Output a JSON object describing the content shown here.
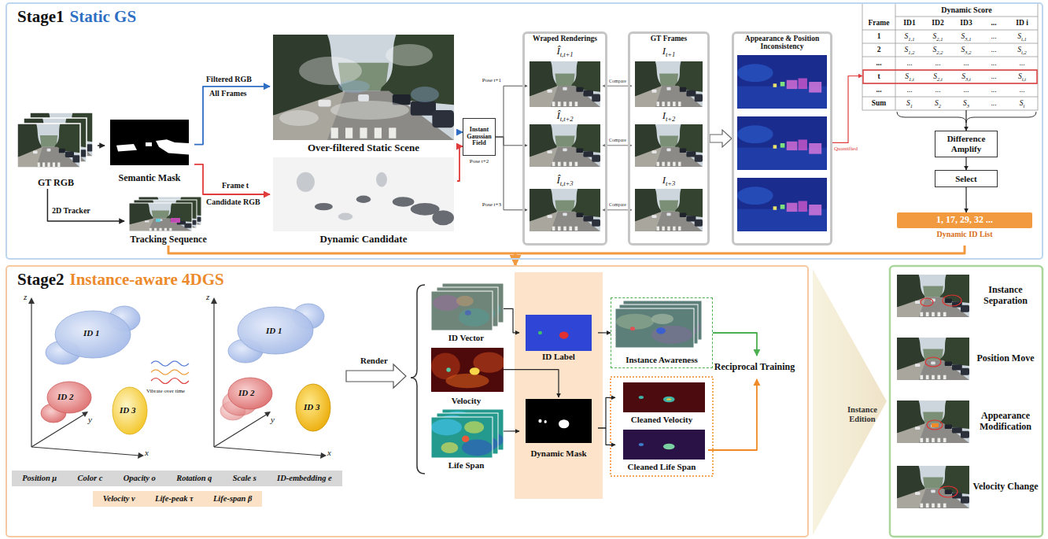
{
  "diagram": {
    "nodes": [
      {
        "text": [
          "Stage1",
          "Static GS"
        ]
      },
      {
        "text": [
          "GT RGB"
        ],
        "in": 0
      },
      {
        "text": [
          "Semantic Mask"
        ],
        "in": 0
      },
      {
        "text": [
          "Tracking Sequence"
        ],
        "in": 0
      },
      {
        "text": [
          "Over-filtered Static Scene"
        ],
        "in": 0
      },
      {
        "text": [
          "Dynamic Candidate"
        ],
        "in": 0
      },
      {
        "text": [
          "Instant Gaussian Field"
        ],
        "in": 0
      },
      {
        "text": [
          "Wraped Renderings"
        ],
        "in": 0
      },
      {
        "text": [
          "Î",
          "t,t+1"
        ],
        "in": 7
      },
      {
        "text": [
          "Î",
          "t,t+2"
        ],
        "in": 7
      },
      {
        "text": [
          "Î",
          "t,t+3"
        ],
        "in": 7
      },
      {
        "text": [
          "GT Frames"
        ],
        "in": 0
      },
      {
        "text": [
          "I",
          "t+1"
        ],
        "in": 11
      },
      {
        "text": [
          "I",
          "t+2"
        ],
        "in": 11
      },
      {
        "text": [
          "I",
          "t+3"
        ],
        "in": 11
      },
      {
        "text": [
          "Appearance & Position Inconsistency"
        ],
        "in": 0
      },
      {
        "text": [
          "Dynamic Score"
        ],
        "in": 0
      },
      {
        "text": [
          "Difference Amplify"
        ],
        "in": 0
      },
      {
        "text": [
          "Select"
        ],
        "in": 0
      },
      {
        "text": [
          "1, 17, 29, 32 ...",
          "Dynamic ID List"
        ],
        "in": 0
      },
      {
        "text": [
          "Stage2",
          "Instance-aware 4DGS"
        ]
      },
      {
        "text": [
          "Position μ",
          "Color c",
          "Opacity o",
          "Rotation q",
          "Scale s",
          "ID-embedding e"
        ],
        "in": 20
      },
      {
        "text": [
          "Velocity v",
          "Life-peak τ",
          "Life-span β"
        ],
        "in": 20
      },
      {
        "text": [
          "ID Vector"
        ],
        "in": 20
      },
      {
        "text": [
          "Velocity"
        ],
        "in": 20
      },
      {
        "text": [
          "Life Span"
        ],
        "in": 20
      },
      {
        "text": [
          "ID Label"
        ],
        "in": 20
      },
      {
        "text": [
          "Dynamic Mask"
        ],
        "in": 20
      },
      {
        "text": [
          "Instance Awareness"
        ],
        "in": 20
      },
      {
        "text": [
          "Cleaned Velocity"
        ],
        "in": 20
      },
      {
        "text": [
          "Cleaned Life Span"
        ],
        "in": 20
      },
      {
        "text": [
          "Reciprocal Training"
        ],
        "in": 20
      },
      {
        "text": [
          "Instance Edition"
        ]
      },
      {
        "text": [
          "Instance Separation"
        ]
      },
      {
        "text": [
          "Position Move"
        ]
      },
      {
        "text": [
          "Appearance Modification"
        ]
      },
      {
        "text": [
          "Velocity Change"
        ]
      }
    ],
    "edges": [
      {
        "from": 1,
        "to": 2,
        "arrow": "to"
      },
      {
        "from": 1,
        "to": 3,
        "label": "2D Tracker",
        "arrow": "to"
      },
      {
        "from": 2,
        "to": 4,
        "label": "Filtered RGB",
        "arrow": "to"
      },
      {
        "from": 2,
        "to": 5,
        "label": "Candidate RGB",
        "arrow": "to"
      },
      {
        "from": 4,
        "to": 6,
        "arrow": "to"
      },
      {
        "from": 5,
        "to": 6,
        "arrow": "to"
      },
      {
        "from": 6,
        "to": 8,
        "label": "Pose t+1",
        "arrow": "to"
      },
      {
        "from": 6,
        "to": 9,
        "label": "Pose t+2",
        "arrow": "to"
      },
      {
        "from": 6,
        "to": 10,
        "label": "Pose t+3",
        "arrow": "to"
      },
      {
        "from": 8,
        "to": 12,
        "label": "Compare",
        "arrow": "both"
      },
      {
        "from": 9,
        "to": 13,
        "label": "Compare",
        "arrow": "both"
      },
      {
        "from": 10,
        "to": 14,
        "label": "Compare",
        "arrow": "both"
      },
      {
        "from": 11,
        "to": 15,
        "arrow": "to"
      },
      {
        "from": 15,
        "to": 16,
        "label": "Quantified",
        "arrow": "to"
      },
      {
        "from": 16,
        "to": 17,
        "arrow": "to"
      },
      {
        "from": 17,
        "to": 18,
        "arrow": "to"
      },
      {
        "from": 18,
        "to": 19,
        "arrow": "to"
      },
      {
        "from": 3,
        "to": 20,
        "arrow": "to"
      },
      {
        "from": 19,
        "to": 20,
        "arrow": "to"
      },
      {
        "from": 23,
        "to": 26,
        "arrow": "to"
      },
      {
        "from": 24,
        "to": 27,
        "arrow": "to"
      },
      {
        "from": 25,
        "to": 27,
        "arrow": "to"
      },
      {
        "from": 26,
        "to": 28,
        "arrow": "to"
      },
      {
        "from": 27,
        "to": 29,
        "arrow": "to"
      },
      {
        "from": 27,
        "to": 30,
        "arrow": "to"
      },
      {
        "from": 28,
        "to": 31,
        "arrow": "to"
      },
      {
        "from": 30,
        "to": 31,
        "arrow": "to"
      }
    ],
    "labels": [
      "All Frames",
      "Frame t",
      "Frame",
      "ID1",
      "ID2",
      "ID3",
      "...",
      "ID i",
      "1",
      "S",
      "1,1",
      "S",
      "2,1",
      "S",
      "3,1",
      "...",
      "S",
      "i,1",
      "2",
      "S",
      "1,2",
      "S",
      "2,2",
      "S",
      "3,2",
      "...",
      "S",
      "i,2",
      "...",
      "...",
      "...",
      "...",
      "...",
      "...",
      "t",
      "S",
      "1,t",
      "S",
      "2,t",
      "S",
      "3,t",
      "...",
      "S",
      "i,t",
      "...",
      "...",
      "...",
      "...",
      "...",
      "...",
      "Sum",
      "S",
      "1",
      "S",
      "2",
      "S",
      "3",
      "...",
      "S",
      "i",
      "z",
      "y",
      "x",
      "ID 1",
      "ID 2",
      "ID 3",
      "Vibrate over time",
      "z",
      "y",
      "x",
      "ID 1",
      "ID 2",
      "ID 3",
      "Render"
    ]
  }
}
